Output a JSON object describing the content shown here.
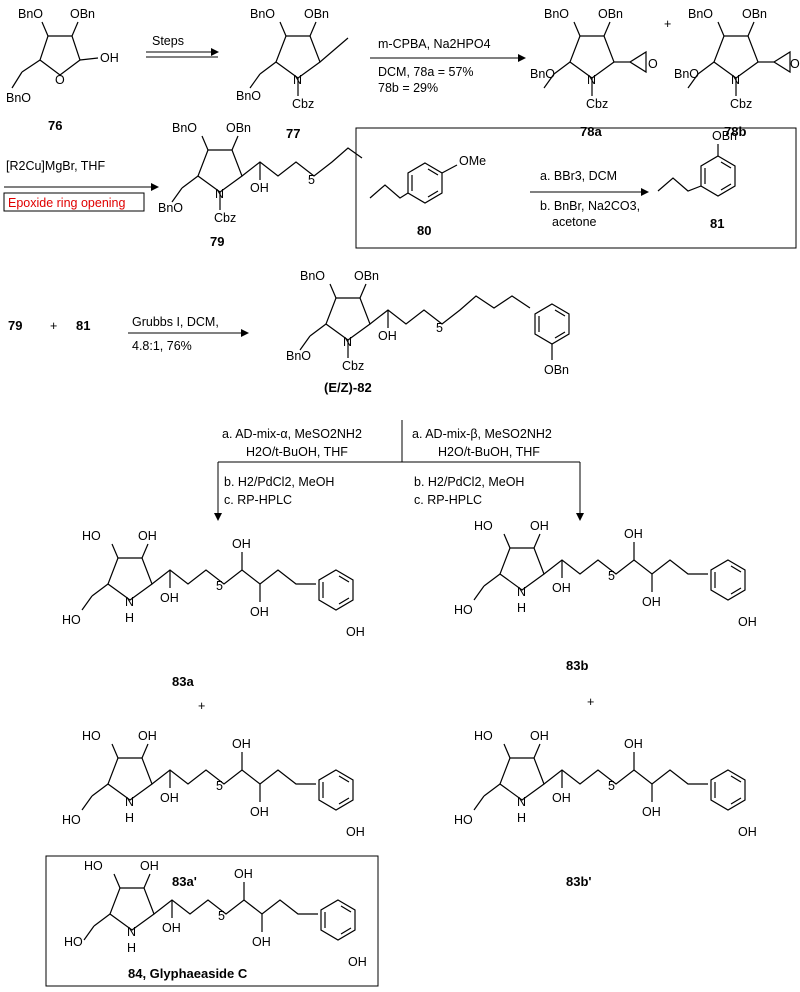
{
  "atoms": {
    "bno": "BnO",
    "obn": "OBn",
    "oh": "OH",
    "ho": "HO",
    "n": "N",
    "h": "H",
    "cbz": "Cbz",
    "o": "O",
    "ome": "OMe",
    "sub5": "5",
    "plus": "+"
  },
  "compounds": {
    "c76": "76",
    "c77": "77",
    "c78a": "78a",
    "c78b": "78b",
    "c79": "79",
    "c80": "80",
    "c81": "81",
    "c82": "(E/Z)-82",
    "c83a": "83a",
    "c83b": "83b",
    "c83a_prime": "83a'",
    "c83b_prime": "83b'",
    "c84": "84, Glyphaeaside C"
  },
  "conditions": {
    "steps": "Steps",
    "epox_line1": "m-CPBA, Na2HPO4",
    "epox_line2": "DCM, 78a = 57%",
    "epox_line3": "78b = 29%",
    "cuprate": "[R2Cu]MgBr, THF",
    "epoxide_opening": "Epoxide ring opening",
    "bbr3": "a. BBr3, DCM",
    "bnbr_1": "b. BnBr, Na2CO3,",
    "bnbr_2": "acetone",
    "grubbs_1": "Grubbs I, DCM,",
    "grubbs_2": "4.8:1, 76%",
    "ad_alpha_1": "a. AD-mix-α, MeSO2NH2",
    "ad_alpha_2": "H2O/t-BuOH, THF",
    "ad_beta_1": "a. AD-mix-β, MeSO2NH2",
    "ad_beta_2": "H2O/t-BuOH, THF",
    "hydro": "b. H2/PdCl2, MeOH",
    "hplc": "c. RP-HPLC"
  },
  "colors": {
    "ink": "#000000",
    "highlight": "#e00000"
  }
}
